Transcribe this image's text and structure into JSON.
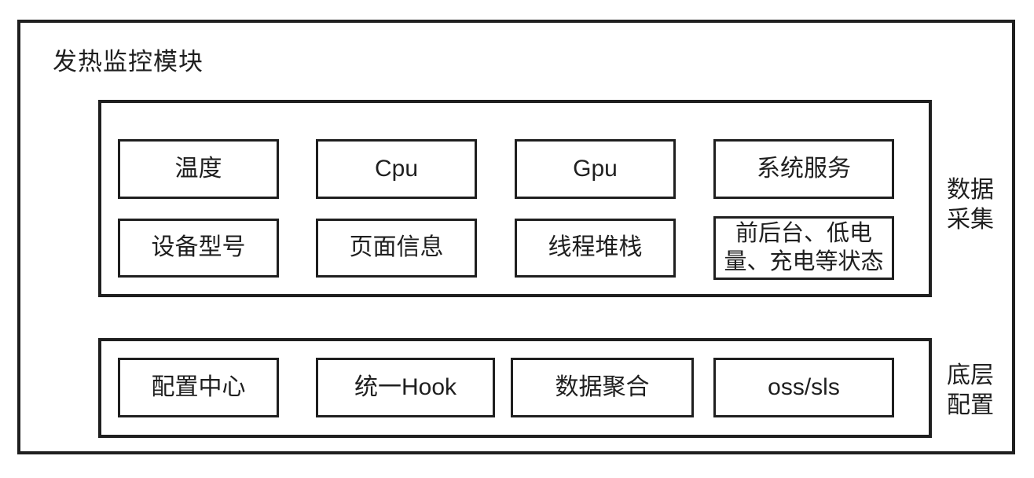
{
  "diagram": {
    "title": "发热监控模块",
    "colors": {
      "background": "#ffffff",
      "line": "#1f1f1f",
      "text": "#1f1f1f"
    },
    "groups": [
      {
        "id": "data-collection",
        "side_label": "数据采集",
        "side_label_lines": [
          "数据",
          "采集"
        ],
        "rows": [
          [
            "温度",
            "Cpu",
            "Gpu",
            "系统服务"
          ],
          [
            "设备型号",
            "页面信息",
            "线程堆栈",
            "前后台、低电量、充电等状态"
          ]
        ]
      },
      {
        "id": "base-config",
        "side_label": "底层配置",
        "side_label_lines": [
          "底层",
          "配置"
        ],
        "rows": [
          [
            "配置中心",
            "统一Hook",
            "数据聚合",
            "oss/sls"
          ]
        ]
      }
    ]
  }
}
